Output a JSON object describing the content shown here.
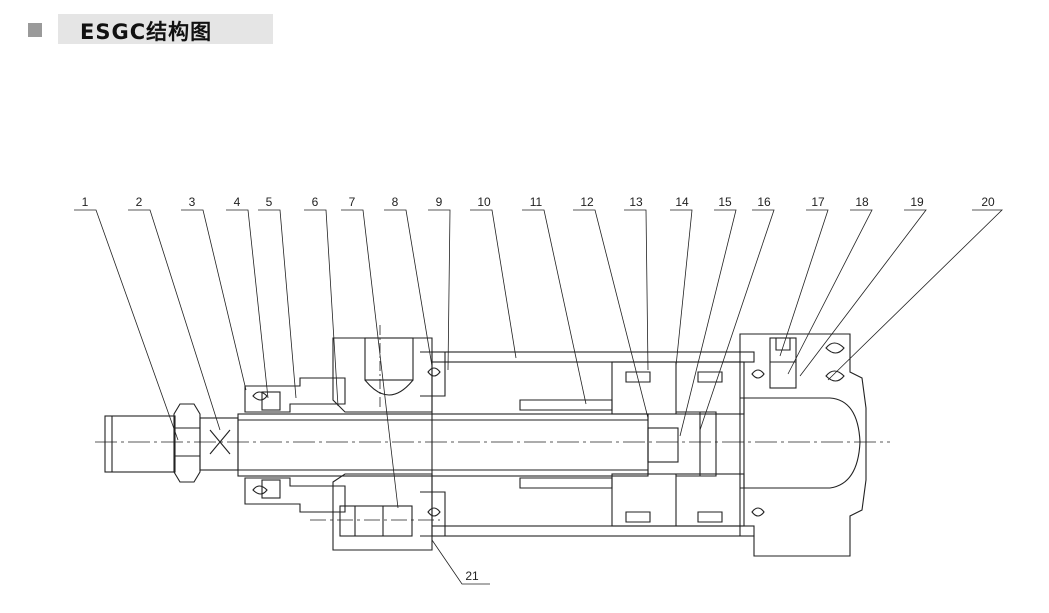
{
  "header": {
    "title": "ESGC结构图"
  },
  "callouts": {
    "top": [
      "1",
      "2",
      "3",
      "4",
      "5",
      "6",
      "7",
      "8",
      "9",
      "10",
      "11",
      "12",
      "13",
      "14",
      "15",
      "16",
      "17",
      "18",
      "19",
      "20"
    ],
    "bottom": "21"
  }
}
